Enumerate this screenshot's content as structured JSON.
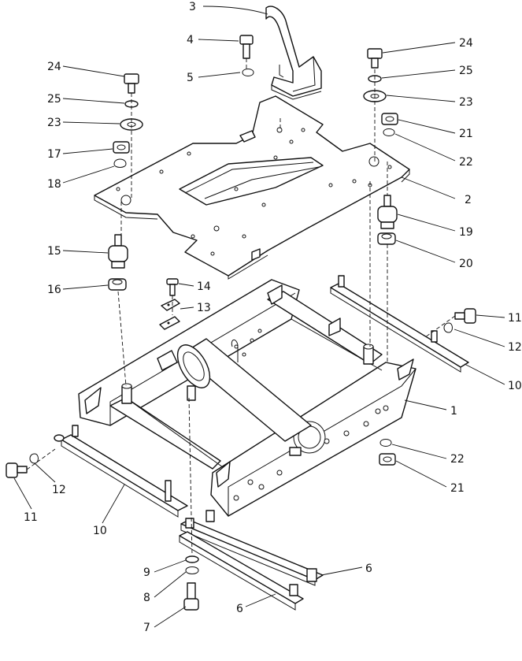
{
  "callouts": [
    {
      "id": "c-3a",
      "label": "3"
    },
    {
      "id": "c-4",
      "label": "4"
    },
    {
      "id": "c-5",
      "label": "5"
    },
    {
      "id": "c-24a",
      "label": "24"
    },
    {
      "id": "c-25a",
      "label": "25"
    },
    {
      "id": "c-23a",
      "label": "23"
    },
    {
      "id": "c-17",
      "label": "17"
    },
    {
      "id": "c-18",
      "label": "18"
    },
    {
      "id": "c-24b",
      "label": "24"
    },
    {
      "id": "c-25b",
      "label": "25"
    },
    {
      "id": "c-23b",
      "label": "23"
    },
    {
      "id": "c-21a",
      "label": "21"
    },
    {
      "id": "c-22a",
      "label": "22"
    },
    {
      "id": "c-2",
      "label": "2"
    },
    {
      "id": "c-19",
      "label": "19"
    },
    {
      "id": "c-20",
      "label": "20"
    },
    {
      "id": "c-15",
      "label": "15"
    },
    {
      "id": "c-16",
      "label": "16"
    },
    {
      "id": "c-14",
      "label": "14"
    },
    {
      "id": "c-13",
      "label": "13"
    },
    {
      "id": "c-11a",
      "label": "11"
    },
    {
      "id": "c-12a",
      "label": "12"
    },
    {
      "id": "c-10a",
      "label": "10"
    },
    {
      "id": "c-1",
      "label": "1"
    },
    {
      "id": "c-22b",
      "label": "22"
    },
    {
      "id": "c-21b",
      "label": "21"
    },
    {
      "id": "c-12b",
      "label": "12"
    },
    {
      "id": "c-11b",
      "label": "11"
    },
    {
      "id": "c-10b",
      "label": "10"
    },
    {
      "id": "c-6a",
      "label": "6"
    },
    {
      "id": "c-9",
      "label": "9"
    },
    {
      "id": "c-8",
      "label": "8"
    },
    {
      "id": "c-6b",
      "label": "6"
    },
    {
      "id": "c-7",
      "label": "7"
    }
  ]
}
